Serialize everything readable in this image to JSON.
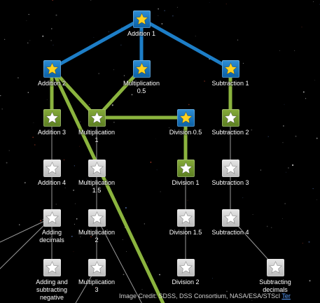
{
  "colors": {
    "mastered_edge": "#1d7ec7",
    "practiced_edge": "#8bb43e",
    "locked_edge": "#9a9a9a",
    "star_gold": "#ffd21f",
    "star_white": "#ffffff"
  },
  "nodes": [
    {
      "id": "addition-1",
      "label": "Addition 1",
      "state": "mastered"
    },
    {
      "id": "addition-2",
      "label": "Addition 2",
      "state": "mastered"
    },
    {
      "id": "multiplication-0-5",
      "label": "Multiplication\n0.5",
      "state": "mastered"
    },
    {
      "id": "subtraction-1",
      "label": "Subtraction 1",
      "state": "mastered"
    },
    {
      "id": "addition-3",
      "label": "Addition 3",
      "state": "practiced"
    },
    {
      "id": "multiplication-1",
      "label": "Multiplication\n1",
      "state": "practiced"
    },
    {
      "id": "division-0-5",
      "label": "Division 0.5",
      "state": "mastered"
    },
    {
      "id": "subtraction-2",
      "label": "Subtraction 2",
      "state": "practiced"
    },
    {
      "id": "addition-4",
      "label": "Addition 4",
      "state": "locked"
    },
    {
      "id": "multiplication-1-5",
      "label": "Multiplication\n1.5",
      "state": "locked"
    },
    {
      "id": "division-1",
      "label": "Division 1",
      "state": "practiced"
    },
    {
      "id": "subtraction-3",
      "label": "Subtraction 3",
      "state": "locked"
    },
    {
      "id": "adding-decimals",
      "label": "Adding\ndecimals",
      "state": "locked"
    },
    {
      "id": "multiplication-2",
      "label": "Multiplication\n2",
      "state": "locked"
    },
    {
      "id": "division-1-5",
      "label": "Division 1.5",
      "state": "locked"
    },
    {
      "id": "subtraction-4",
      "label": "Subtraction 4",
      "state": "locked"
    },
    {
      "id": "adding-and-subtracting-negative",
      "label": "Adding and\nsubtracting\nnegative",
      "state": "locked"
    },
    {
      "id": "multiplication-3",
      "label": "Multiplication\n3",
      "state": "locked"
    },
    {
      "id": "division-2",
      "label": "Division 2",
      "state": "locked"
    },
    {
      "id": "subtracting-decimals",
      "label": "Subtracting\ndecimals",
      "state": "locked"
    }
  ],
  "credit": {
    "text": "Image Credit: SDSS, DSS Consortium, NASA/ESA/STScI",
    "terms": "Ter"
  }
}
